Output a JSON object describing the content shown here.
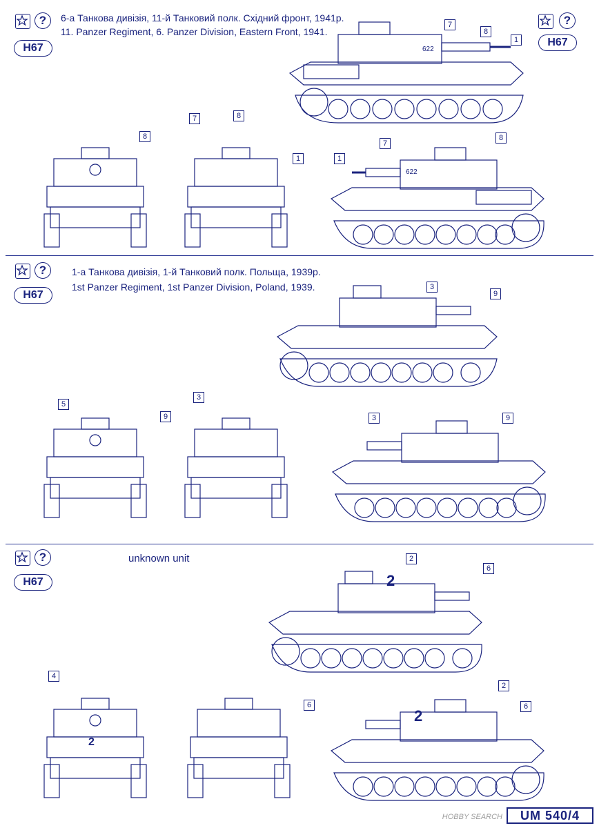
{
  "sections": [
    {
      "code": "H67",
      "title_ua": "6-а Танкова дивізія, 11-й Танковий полк. Східний фронт, 1941р.",
      "title_en": "11. Panzer Regiment, 6. Panzer Division, Eastern Front,  1941.",
      "callouts": [
        "7",
        "8",
        "1",
        "8",
        "7",
        "8",
        "1",
        "7",
        "8",
        "1"
      ],
      "turret_marks": [
        "622",
        "622"
      ]
    },
    {
      "code": "H67",
      "title_ua": "1-а Танкова дивізія, 1-й Танковий полк. Польща, 1939р.",
      "title_en": "1st Panzer Regiment, 1st Panzer Division, Poland,  1939.",
      "callouts": [
        "3",
        "9",
        "5",
        "3",
        "9",
        "3",
        "9"
      ]
    },
    {
      "code": "H67",
      "title_en": "unknown unit",
      "callouts": [
        "2",
        "6",
        "4",
        "6",
        "2",
        "6"
      ],
      "turret_marks": [
        "2",
        "2",
        "2"
      ]
    }
  ],
  "side_code": "H67",
  "footer_code": "UM 540/4",
  "watermark": "HOBBY SEARCH",
  "colors": {
    "line": "#1a237e",
    "paper": "#ffffff"
  },
  "icons": [
    "star-box-icon",
    "question-circle-icon"
  ]
}
